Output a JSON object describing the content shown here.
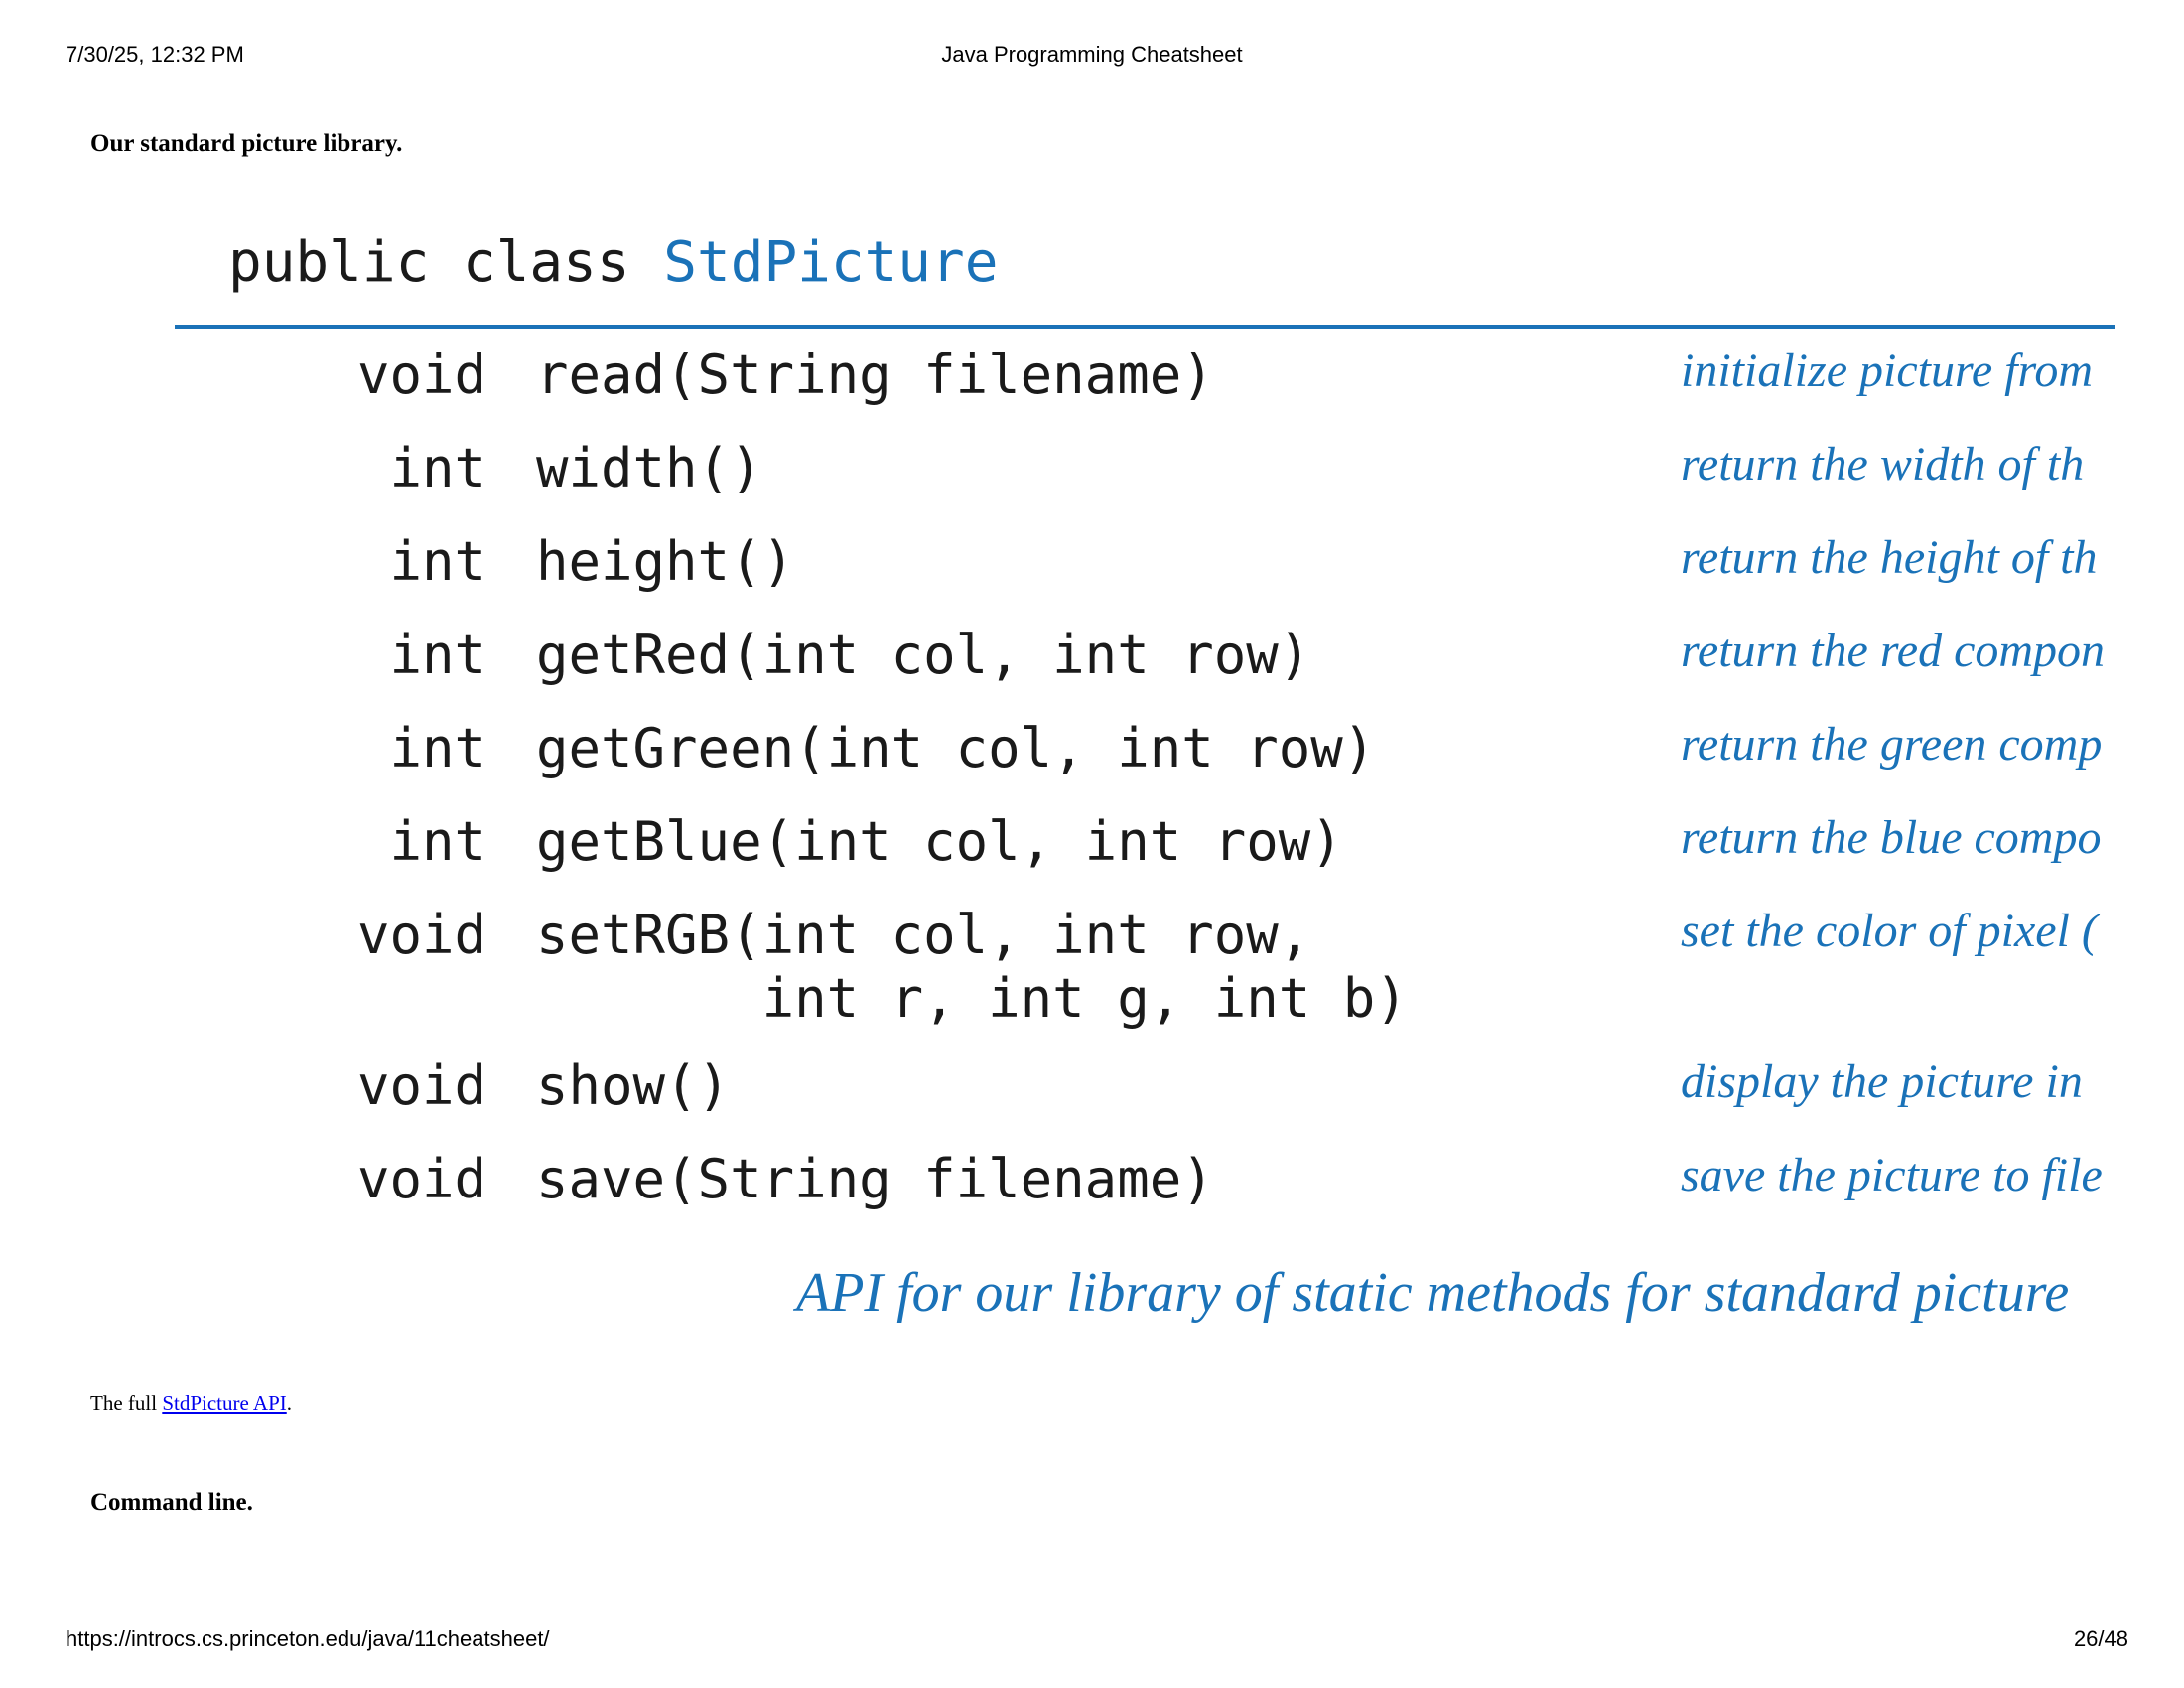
{
  "header": {
    "datetime": "7/30/25, 12:32 PM",
    "title": "Java Programming Cheatsheet"
  },
  "footer": {
    "url": "https://introcs.cs.princeton.edu/java/11cheatsheet/",
    "page": "26/48"
  },
  "section_stdpicture": {
    "heading": "Our standard picture library."
  },
  "api": {
    "class_prefix": "public class ",
    "class_name": "StdPicture",
    "rows": [
      {
        "ret": "void",
        "sig": "read(String filename)",
        "desc": "initialize picture from"
      },
      {
        "ret": "int",
        "sig": "width()",
        "desc": "return the width of th"
      },
      {
        "ret": "int",
        "sig": "height()",
        "desc": "return the height of th"
      },
      {
        "ret": "int",
        "sig": "getRed(int col, int row)",
        "desc": "return the red compon"
      },
      {
        "ret": "int",
        "sig": "getGreen(int col, int row)",
        "desc": "return the green comp"
      },
      {
        "ret": "int",
        "sig": "getBlue(int col, int row)",
        "desc": "return the blue compo"
      },
      {
        "ret": "void",
        "sig": "setRGB(int col, int row,\n       int r, int g, int b)",
        "desc": "set the color of pixel ("
      },
      {
        "ret": "void",
        "sig": "show()",
        "desc": "display the picture in"
      },
      {
        "ret": "void",
        "sig": "save(String filename)",
        "desc": "save the picture to file"
      }
    ],
    "caption": "API for our library of static methods for standard picture"
  },
  "full_api": {
    "prefix": "The full ",
    "link_text": "StdPicture API",
    "suffix": "."
  },
  "section_commandline": {
    "heading": "Command line."
  },
  "colors": {
    "accent_blue": "#1a72b8",
    "link_blue": "#0000ee"
  }
}
